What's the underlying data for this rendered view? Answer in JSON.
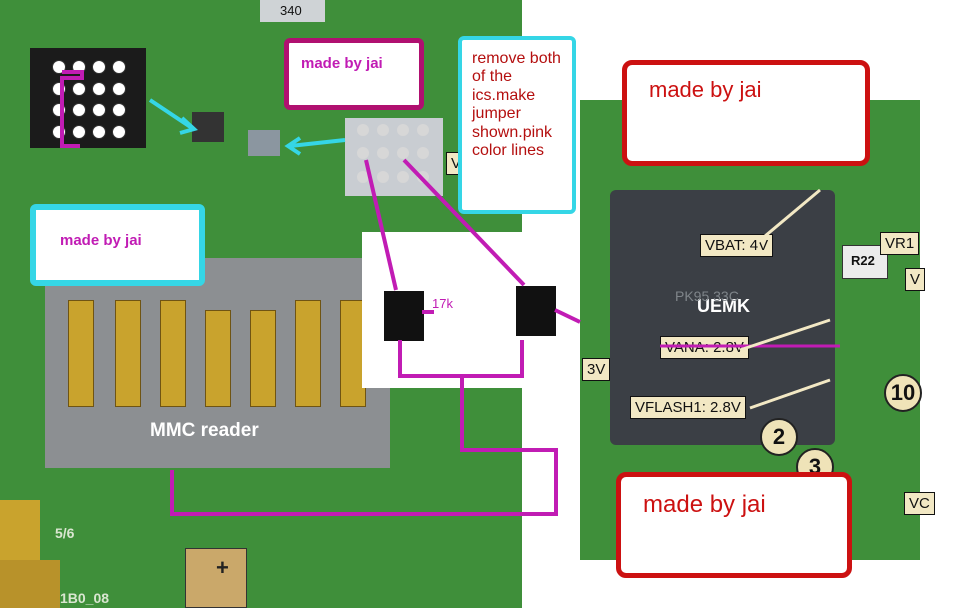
{
  "notes": {
    "made_by_1": "made by jai",
    "made_by_2": "made by jai",
    "made_by_3": "made by jai",
    "made_by_4": "made by jai",
    "instruction": "remove both of the ics.make jumper shown.pink color lines"
  },
  "labels": {
    "resistor_value": "17k",
    "mmc_reader": "MMC reader",
    "chip_name": "UEMK",
    "chip_code": "PK95 33C",
    "resistor_code": "R22",
    "board_code": "1B0_08",
    "vbat": "VBAT: 4V",
    "vana": "VANA: 2.8V",
    "vflash": "VFLASH1: 2.8V",
    "vr": "VR1",
    "v_edge": "V",
    "v_bottom": "VC",
    "v3_edge": "3V",
    "vbat_edge": "VBA",
    "num_2": "2",
    "num_3": "3",
    "num_10": "10",
    "plus": "+",
    "chip_top_code": "340",
    "bottom_left_code": "5/6"
  },
  "colors": {
    "annotation_pink": "#c11cb4",
    "annotation_cyan": "#35d6e6",
    "annotation_red": "#cc1111",
    "board_green": "#3f8f3a"
  }
}
